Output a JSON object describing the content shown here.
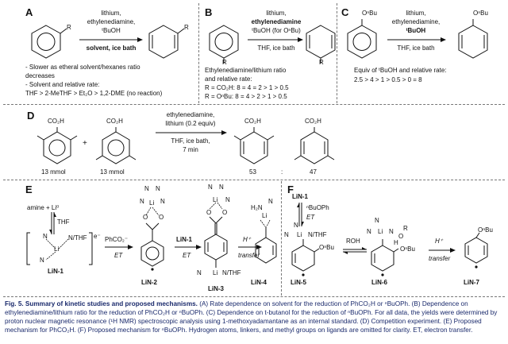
{
  "panels": {
    "a": {
      "label": "A",
      "reagents": [
        "lithium,",
        "ethylenediamine,",
        "ᵗBuOH",
        "solvent, ice bath"
      ],
      "substituent": "R",
      "notes": [
        "- Slower as etheral solvent/hexanes ratio",
        "   decreases",
        "- Solvent and relative rate:",
        "   THF > 2-MeTHF > Et₂O > 1,2-DME (no reaction)"
      ]
    },
    "b": {
      "label": "B",
      "reagents": [
        "lithium,",
        "ethylenediamine",
        "ᵗBuOH (for OⁿBu)",
        "THF, ice bath"
      ],
      "substituent": "R",
      "notes": [
        "Ethylenediamine/lithium ratio",
        "and relative rate:",
        "R = CO₂H: 8 = 4 = 2 > 1 > 0.5",
        "R = OⁿBu: 8 = 4 > 2 > 1 > 0.5"
      ]
    },
    "c": {
      "label": "C",
      "substituent": "OⁿBu",
      "reagents": [
        "lithium,",
        "ethylenediamine,",
        "ᵗBuOH",
        "THF, ice bath"
      ],
      "notes": [
        "Equiv of ᵗBuOH and relative rate:",
        "2.5 > 4 > 1 > 0.5 > 0 = 8"
      ]
    },
    "d": {
      "label": "D",
      "substituent": "CO₂H",
      "amount_1": "13 mmol",
      "amount_2": "13 mmol",
      "plus": "+",
      "reagents": [
        "ethylenediamine,",
        "lithium (0.2 equiv)",
        "THF, ice bath,",
        "7 min"
      ],
      "yield_1": "53",
      "yield_2": "47",
      "colon": ":"
    },
    "e": {
      "label": "E",
      "amine_text": "amine + Li⁰",
      "thf": "THF",
      "electron": "e⁻",
      "phco2": "PhCO₂⁻",
      "et": "ET",
      "lin1_arrow": "LiN-1",
      "et2": "ET",
      "h_plus": "H⁺",
      "transfer": "transfer",
      "n_thf": "N/THF",
      "li": "Li",
      "n": "N",
      "h2n": "H₂N",
      "nh": "N",
      "o": "O",
      "names": [
        "LiN-1",
        "LiN-2",
        "LiN-3",
        "LiN-4"
      ]
    },
    "f": {
      "label": "F",
      "lin1": "LiN-1",
      "nbuoph": "ⁿBuOPh",
      "et": "ET",
      "roh": "ROH",
      "h_plus": "H⁺",
      "transfer": "transfer",
      "obu": "OⁿBu",
      "n_thf": "N/THF",
      "li": "Li",
      "n": "N",
      "o": "O",
      "r": "R",
      "h": "H",
      "names": [
        "LiN-5",
        "LiN-6",
        "LiN-7"
      ]
    }
  },
  "caption": {
    "title": "Fig. 5. Summary of kinetic studies and proposed mechanisms.",
    "body": " (A) Rate dependence on solvent for the reduction of PhCO₂H or ⁿBuOPh. (B) Dependence on ethylenediamine/lithium ratio for the reduction of PhCO₂H or ⁿBuOPh. (C) Dependence on t-butanol for the reduction of ⁿBuOPh. For all data, the yields were determined by proton nuclear magnetic resonance (¹H NMR) spectroscopic analysis using 1-methoxyadamantane as an internal standard. (D) Competition experiment. (E) Proposed mechanism for PhCO₂H. (F) Proposed mechanism for ⁿBuOPh. Hydrogen atoms, linkers, and methyl groups on ligands are omitted for clarity. ET, electron transfer."
  }
}
